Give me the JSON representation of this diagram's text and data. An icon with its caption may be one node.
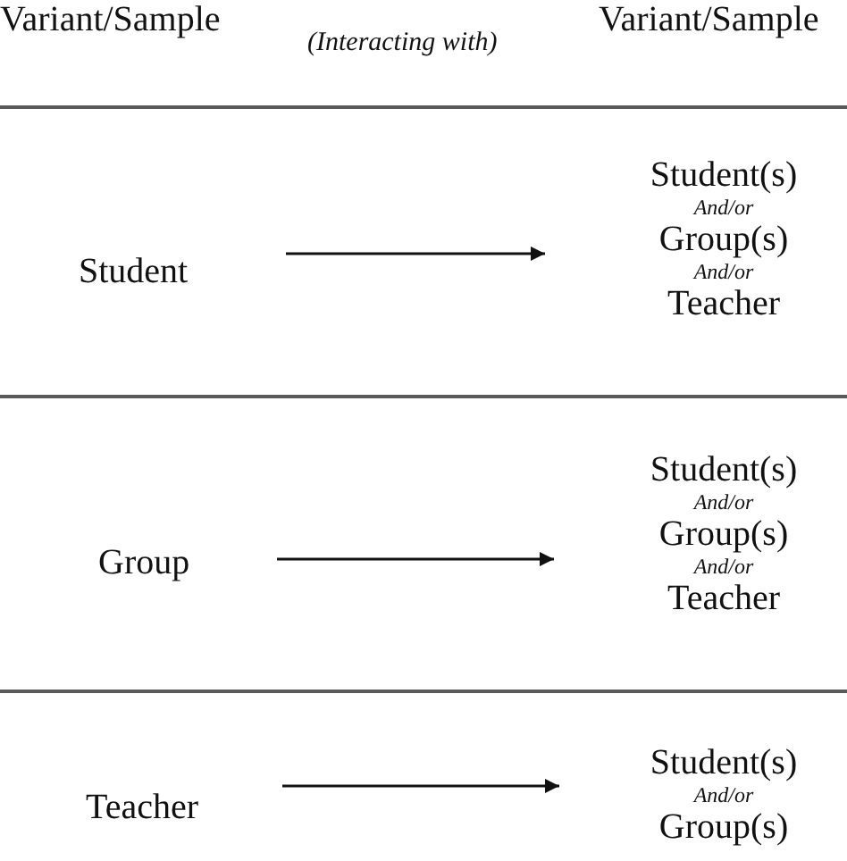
{
  "diagram": {
    "nodes": [
      {
        "text": [
          "Student"
        ]
      },
      {
        "text": [
          "Student(s)",
          "And/or",
          "Group(s)",
          "And/or",
          "Teacher"
        ]
      },
      {
        "text": [
          "Group"
        ]
      },
      {
        "text": [
          "Student(s)",
          "And/or",
          "Group(s)",
          "And/or",
          "Teacher"
        ]
      },
      {
        "text": [
          "Teacher"
        ]
      },
      {
        "text": [
          "Student(s)",
          "And/or",
          "Group(s)"
        ]
      }
    ],
    "edges": [
      {
        "from": 0,
        "to": 1,
        "arrow": "to"
      },
      {
        "from": 2,
        "to": 3,
        "arrow": "to"
      },
      {
        "from": 4,
        "to": 5,
        "arrow": "to"
      }
    ],
    "labels": [
      "Variant/Sample",
      "(Interacting with)",
      "Variant/Sample"
    ]
  }
}
